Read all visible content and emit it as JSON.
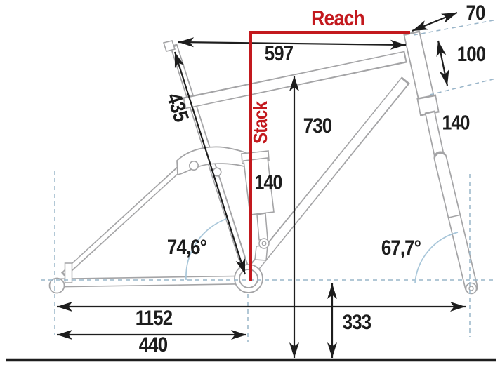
{
  "figure": {
    "type": "mountain-bike-frame-geometry-diagram",
    "colors": {
      "accent_red": "#c3191e",
      "frame_gray": "#a4a4a6",
      "reference_dash_blue": "#99b5c9",
      "angle_arc_blue": "#a9c7da",
      "ink": "#1d1d1d"
    },
    "measurements": {
      "reach_label": "Reach",
      "stack_label": "Stack",
      "stem_length": "70",
      "top_tube_horizontal": "597",
      "head_tube_length": "100",
      "seat_tube_length": "435",
      "standover_height": "730",
      "shock_length": "140",
      "fork_length": "140",
      "seat_tube_angle": "74,6°",
      "head_tube_angle": "67,7°",
      "wheelbase": "1152",
      "chainstay_length": "440",
      "bb_height": "333"
    }
  }
}
